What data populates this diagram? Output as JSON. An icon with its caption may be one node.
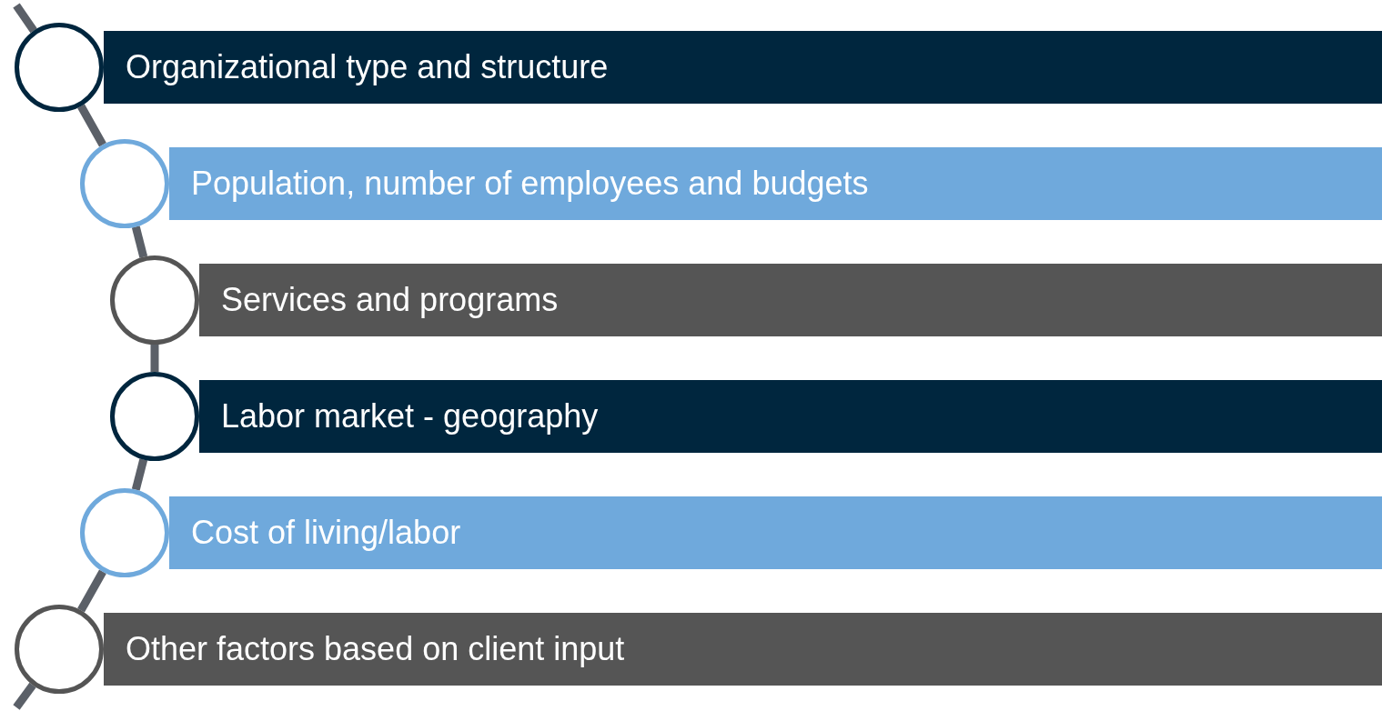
{
  "diagram": {
    "nodes": [
      {
        "text": [],
        "shape": "circle"
      },
      {
        "text": [
          "Organizational type and structure"
        ]
      },
      {
        "text": [],
        "shape": "circle"
      },
      {
        "text": [
          "Population, number of employees and budgets"
        ]
      },
      {
        "text": [],
        "shape": "circle"
      },
      {
        "text": [
          "Services and programs"
        ]
      },
      {
        "text": [],
        "shape": "circle"
      },
      {
        "text": [
          "Labor market - geography"
        ]
      },
      {
        "text": [],
        "shape": "circle"
      },
      {
        "text": [
          "Cost of living/labor"
        ]
      },
      {
        "text": [],
        "shape": "circle"
      },
      {
        "text": [
          "Other factors based on client input"
        ]
      }
    ],
    "edges": [
      {
        "from": null,
        "to": 0,
        "arrow": "none"
      },
      {
        "from": 0,
        "to": 2,
        "arrow": "none"
      },
      {
        "from": 2,
        "to": 4,
        "arrow": "none"
      },
      {
        "from": 4,
        "to": 6,
        "arrow": "none"
      },
      {
        "from": 6,
        "to": 8,
        "arrow": "none"
      },
      {
        "from": 8,
        "to": 10,
        "arrow": "none"
      },
      {
        "from": 10,
        "to": null,
        "arrow": "none"
      }
    ]
  }
}
